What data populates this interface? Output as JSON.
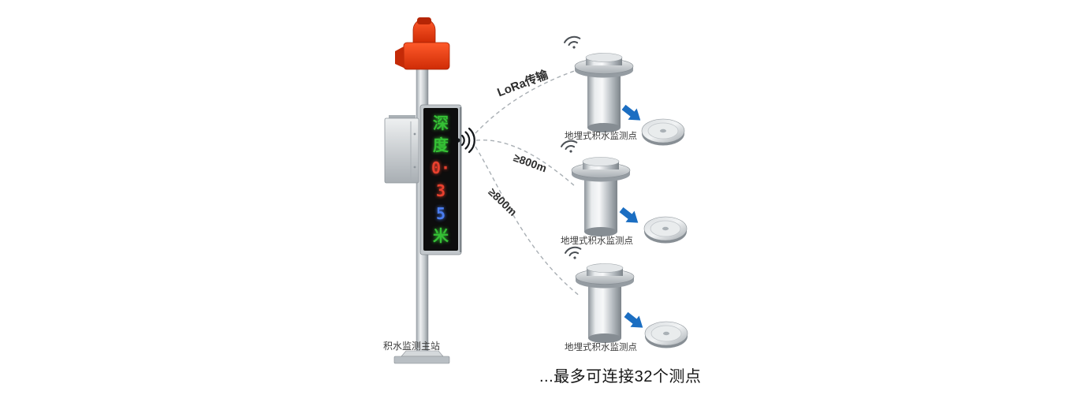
{
  "main_station": {
    "label": "积水监测主站",
    "display": {
      "rows": [
        {
          "text": "深",
          "color": "#35c135"
        },
        {
          "text": "度",
          "color": "#35c135"
        },
        {
          "text": "0·",
          "color": "#e8402e"
        },
        {
          "text": "3",
          "color": "#e8402e"
        },
        {
          "text": "5",
          "color": "#4a7df0"
        },
        {
          "text": "米",
          "color": "#35c135"
        }
      ]
    }
  },
  "links": {
    "lora_label": "LoRa传输",
    "distance_label_1": "≥800m",
    "distance_label_2": "≥800m"
  },
  "sensors": [
    {
      "label": "地埋式积水监测点"
    },
    {
      "label": "地埋式积水监测点"
    },
    {
      "label": "地埋式积水监测点"
    }
  ],
  "footer": {
    "note": "...最多可连接32个测点"
  },
  "colors": {
    "arrow_blue": "#1b6ec2",
    "beacon_red": "#e23a10",
    "led_green": "#35c135",
    "led_red": "#e8402e",
    "link_line": "#a9afb4"
  }
}
